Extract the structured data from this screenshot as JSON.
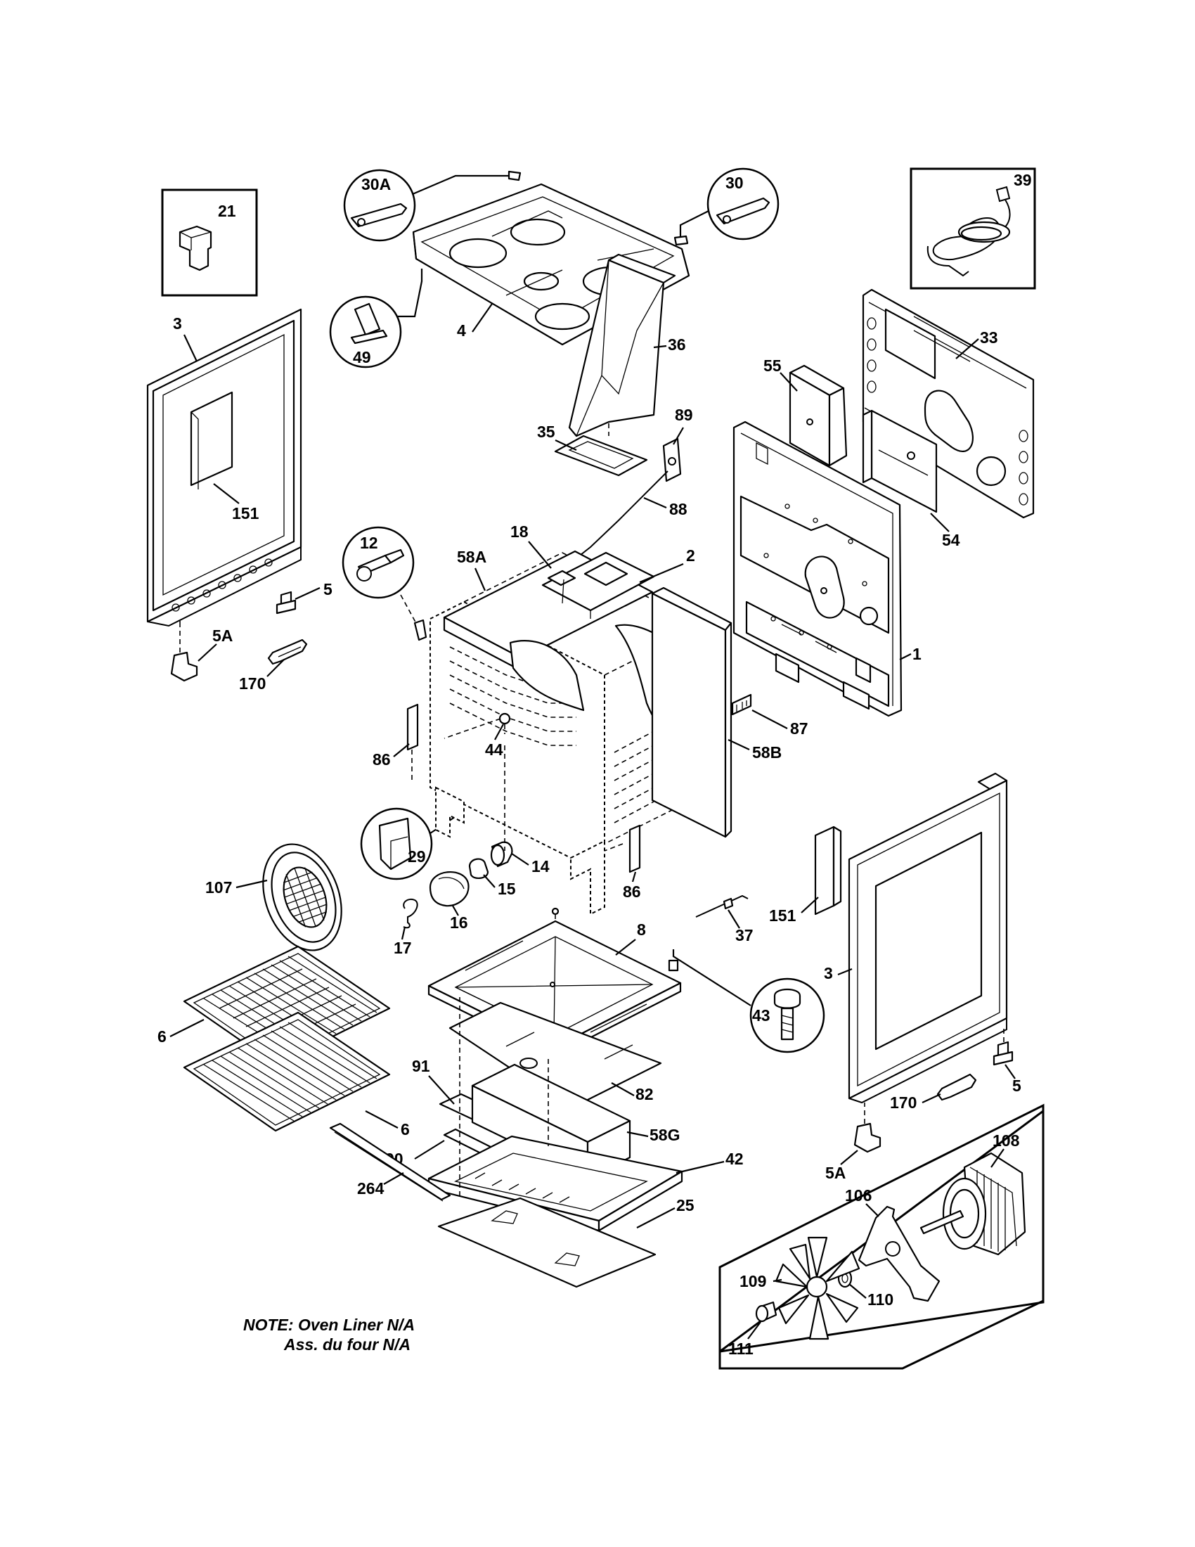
{
  "diagram": {
    "part_labels": {
      "p21": "21",
      "p30A": "30A",
      "p30": "30",
      "p39": "39",
      "p49": "49",
      "p4": "4",
      "p3_left": "3",
      "p151_left": "151",
      "p36": "36",
      "p33": "33",
      "p55": "55",
      "p35": "35",
      "p89": "89",
      "p88": "88",
      "p54": "54",
      "p12": "12",
      "p58A": "58A",
      "p18": "18",
      "p2": "2",
      "p5_left": "5",
      "p5A_left": "5A",
      "p170_left": "170",
      "p1": "1",
      "p87": "87",
      "p86_left": "86",
      "p44": "44",
      "p58B": "58B",
      "p29": "29",
      "p14": "14",
      "p15": "15",
      "p107": "107",
      "p16": "16",
      "p17": "17",
      "p86_right": "86",
      "p151_right": "151",
      "p37": "37",
      "p8": "8",
      "p3_right": "3",
      "p43": "43",
      "p6_top": "6",
      "p6_bottom": "6",
      "p82": "82",
      "p91": "91",
      "p5_right": "5",
      "p170_right": "170",
      "p58G": "58G",
      "p90": "90",
      "p42": "42",
      "p5A_right": "5A",
      "p108": "108",
      "p264": "264",
      "p25": "25",
      "p106": "106",
      "p109": "109",
      "p110": "110",
      "p111": "111"
    },
    "note": {
      "line1": "NOTE: Oven Liner N/A",
      "line2": "Ass. du four N/A"
    }
  }
}
